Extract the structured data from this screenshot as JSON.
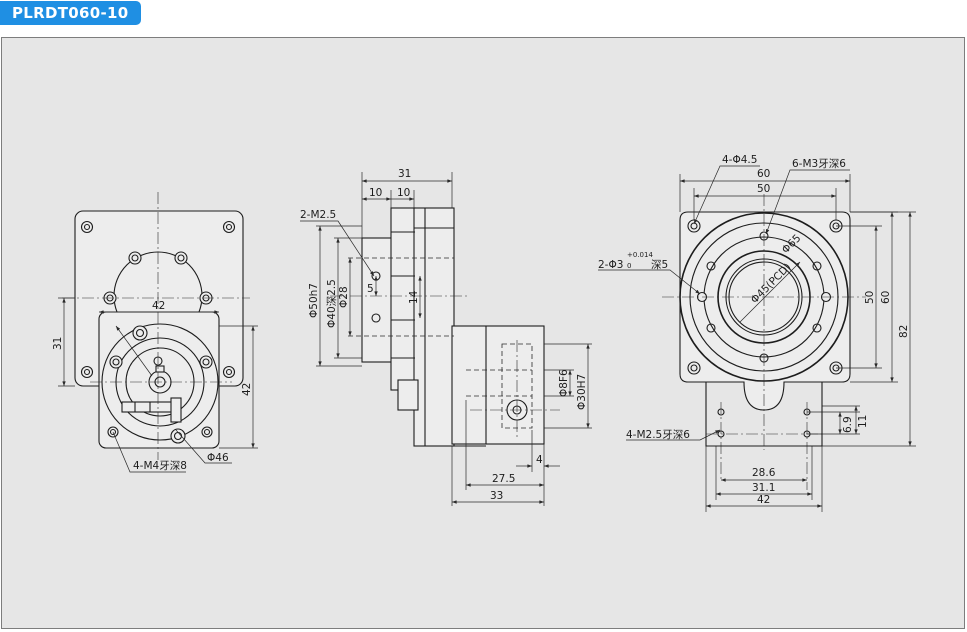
{
  "model_badge": "PLRDT060-10",
  "left_view": {
    "dim_31": "31",
    "dim_42_h": "42",
    "dim_42_v": "42",
    "note_m4": "4-M4牙深8",
    "note_d46": "Φ46"
  },
  "middle_view": {
    "dim_31": "31",
    "dim_10a": "10",
    "dim_10b": "10",
    "note_m25": "2-M2.5",
    "dia_50h7": "Φ50h7",
    "dia_40": "Φ40深2.5",
    "dia_28": "Φ28",
    "dim_5": "5",
    "dim_14": "14",
    "dia_8f6": "Φ8F6",
    "dia_30h7": "Φ30H7",
    "dim_4": "4",
    "dim_275": "27.5",
    "dim_33": "33"
  },
  "right_view": {
    "note_holes": "4-Φ4.5",
    "note_m3": "6-M3牙深6",
    "dim_60_top": "60",
    "dim_50_top": "50",
    "note_pin": "2-Φ3",
    "pin_tol_upper": "+0.014",
    "pin_tol_lower": "0",
    "pin_depth": "深5",
    "dia_65": "Φ65",
    "pcd_45": "Φ45(PCD)",
    "dim_50_side": "50",
    "dim_60_side": "60",
    "dim_82": "82",
    "note_m25": "4-M2.5牙深6",
    "dim_69": "6.9",
    "dim_11": "11",
    "dim_286": "28.6",
    "dim_311": "31.1",
    "dim_42": "42"
  }
}
